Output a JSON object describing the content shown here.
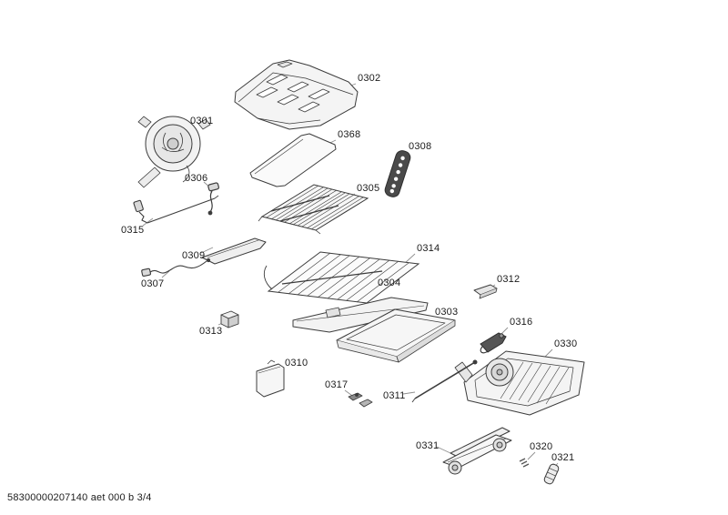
{
  "diagram": {
    "footer": "58300000207140 aet 000 b 3/4",
    "labels": [
      {
        "id": "0302"
      },
      {
        "id": "0301"
      },
      {
        "id": "0368"
      },
      {
        "id": "0308"
      },
      {
        "id": "0306"
      },
      {
        "id": "0305"
      },
      {
        "id": "0315"
      },
      {
        "id": "0309"
      },
      {
        "id": "0314"
      },
      {
        "id": "0307"
      },
      {
        "id": "0304"
      },
      {
        "id": "0312"
      },
      {
        "id": "0313"
      },
      {
        "id": "0303"
      },
      {
        "id": "0316"
      },
      {
        "id": "0330"
      },
      {
        "id": "0310"
      },
      {
        "id": "0317"
      },
      {
        "id": "0311"
      },
      {
        "id": "0331"
      },
      {
        "id": "0320"
      },
      {
        "id": "0321"
      }
    ],
    "colors": {
      "line": "#3c3c3c",
      "leader": "#8f8f8f",
      "dark_fill": "#4a4a4a",
      "light_fill": "#e6e6e6"
    }
  }
}
